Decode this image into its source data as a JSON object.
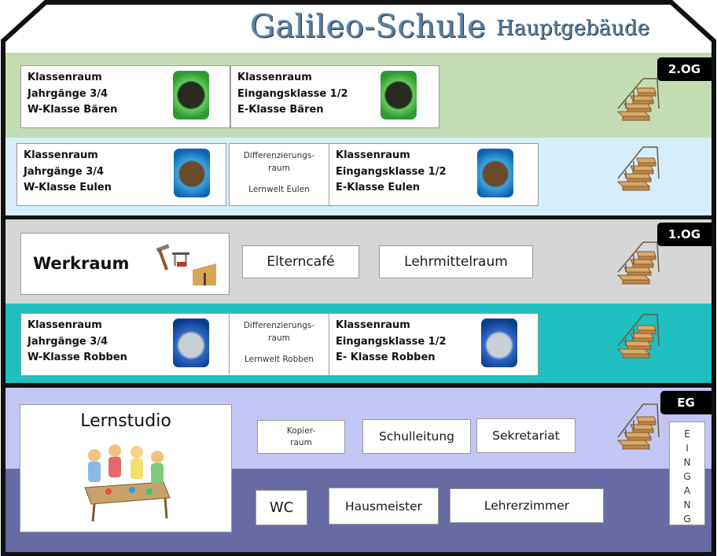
{
  "header": {
    "title": "Galileo-Schule",
    "subtitle": "Hauptgebäude"
  },
  "floors": {
    "og2": "2.OG",
    "og1": "1.OG",
    "eg": "EG"
  },
  "og2": {
    "room1": {
      "line1": "Klassenraum",
      "line2": "Jahrgänge 3/4",
      "line3": "W-Klasse Bären"
    },
    "room2": {
      "line1": "Klassenraum",
      "line2": "Eingangsklasse 1/2",
      "line3": "E-Klasse Bären"
    },
    "room3": {
      "line1": "Klassenraum",
      "line2": "Jahrgänge 3/4",
      "line3": "W-Klasse Eulen"
    },
    "diff": {
      "line1": "Differenzierungs-",
      "line2": "raum",
      "line3": "Lernwelt Eulen"
    },
    "room4": {
      "line1": "Klassenraum",
      "line2": "Eingangsklasse 1/2",
      "line3": "E-Klasse Eulen"
    }
  },
  "og1": {
    "werkraum": "Werkraum",
    "elterncafe": "Elterncafé",
    "lehrmittelraum": "Lehrmittelraum",
    "room1": {
      "line1": "Klassenraum",
      "line2": "Jahrgänge 3/4",
      "line3": "W-Klasse Robben"
    },
    "diff": {
      "line1": "Differenzierungs-",
      "line2": "raum",
      "line3": "Lernwelt Robben"
    },
    "room2": {
      "line1": "Klassenraum",
      "line2": "Eingangsklasse 1/2",
      "line3": "E- Klasse Robben"
    }
  },
  "eg": {
    "lernstudio": "Lernstudio",
    "kopier": {
      "line1": "Kopier-",
      "line2": "raum"
    },
    "schulleitung": "Schulleitung",
    "sekretariat": "Sekretariat",
    "wc": "WC",
    "hausmeister": "Hausmeister",
    "lehrerzimmer": "Lehrerzimmer",
    "eingang": [
      "E",
      "I",
      "N",
      "G",
      "A",
      "N",
      "G"
    ]
  },
  "colors": {
    "og2_top": "#c4dcb3",
    "og2_bottom": "#d6eef9",
    "og1_top": "#d6d6d6",
    "og1_bottom": "#1fbfbf",
    "eg_top": "#c3c6f5",
    "eg_bottom": "#676aa3",
    "outline": "#111111"
  },
  "icons": {
    "animal_pictures": [
      "bear-photo-icon",
      "owl-photo-icon",
      "seal-photo-icon"
    ],
    "stairs": "stairs-icon",
    "tools": "tools-icon",
    "kids": "children-table-icon"
  }
}
